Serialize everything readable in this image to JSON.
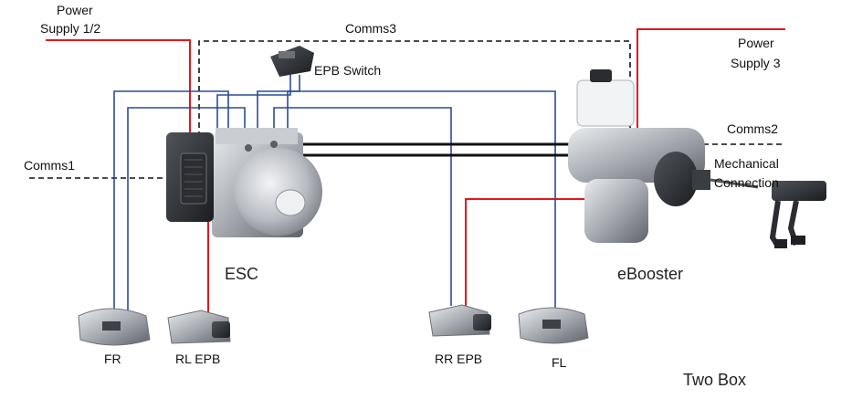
{
  "labels": {
    "power_supply_12_line1": "Power",
    "power_supply_12_line2": "Supply 1/2",
    "comms3": "Comms3",
    "epb_switch": "EPB Switch",
    "power_supply_3_line1": "Power",
    "power_supply_3_line2": "Supply 3",
    "comms2": "Comms2",
    "comms1": "Comms1",
    "mechanical_line1": "Mechanical",
    "mechanical_line2": "Connection",
    "esc": "ESC",
    "ebooster": "eBooster",
    "fr": "FR",
    "rl_epb": "RL EPB",
    "rr_epb": "RR EPB",
    "fl": "FL",
    "two_box": "Two Box"
  },
  "colors": {
    "power_line": "#e8141b",
    "signal_line": "#2a4a9a",
    "comms_line": "#111111",
    "component_gray": "#8c8f94"
  }
}
